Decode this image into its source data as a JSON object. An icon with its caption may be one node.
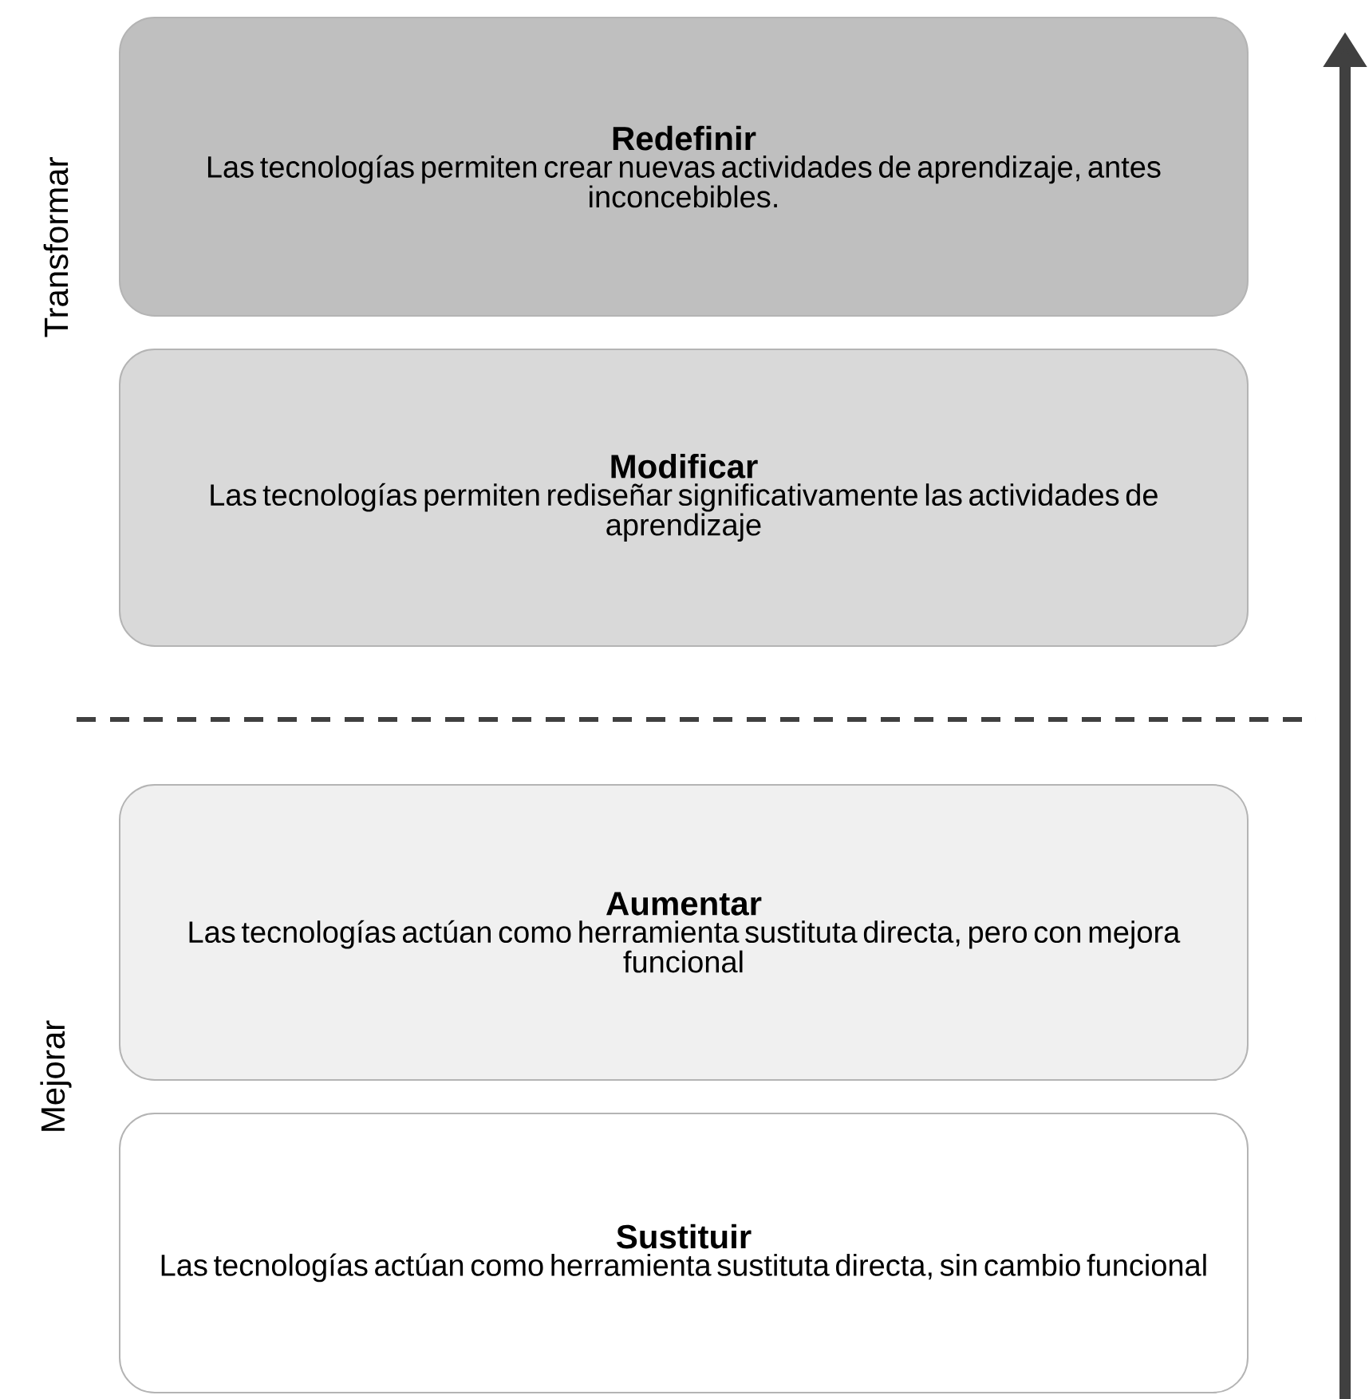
{
  "diagram": {
    "nodes": [
      {
        "text": [
          "Redefinir",
          "Las tecnologías permiten crear nuevas actividades de aprendizaje, antes inconcebibles."
        ]
      },
      {
        "text": [
          "Modificar",
          "Las tecnologías permiten rediseñar significativamente las actividades de aprendizaje"
        ]
      },
      {
        "text": [
          "Aumentar",
          "Las tecnologías actúan como herramienta sustituta directa, pero con mejora funcional"
        ]
      },
      {
        "text": [
          "Sustituir",
          "Las tecnologías actúan como herramienta sustituta directa, sin cambio funcional"
        ]
      }
    ],
    "edges": [],
    "labels": [
      "Transformar",
      "Mejorar"
    ]
  }
}
